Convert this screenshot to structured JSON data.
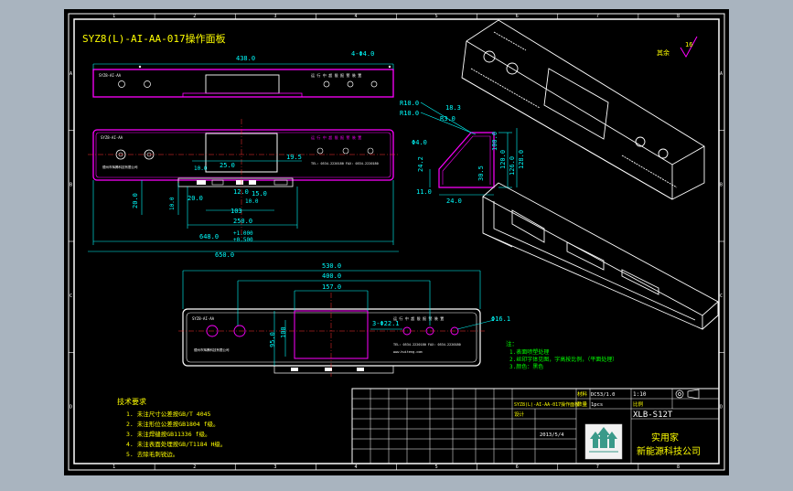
{
  "colors": {
    "background": "#a9b4bf",
    "canvas": "#000000",
    "frame": "#ffffff",
    "outline_magenta": "#ff00ff",
    "dimension_cyan": "#00ffff",
    "centerline_red": "#ff3030",
    "note_green": "#00ff00",
    "text_yellow": "#ffff00",
    "detail_white": "#ffffff"
  },
  "drawing": {
    "title": "SYZ8(L)-AI-AA-017操作面板",
    "grid_columns": [
      "1",
      "2",
      "3",
      "4",
      "5",
      "6",
      "7",
      "8"
    ],
    "grid_rows": [
      "A",
      "B",
      "C",
      "D"
    ],
    "roughness": "16",
    "roughness_prefix": "其余"
  },
  "dimensions": {
    "top_view": [
      "438.0",
      "4-Φ4.0"
    ],
    "side_profile": [
      "R10.0",
      "R10.0",
      "18.3",
      "R3.0",
      "Φ4.0",
      "24.2",
      "11.0",
      "24.0",
      "100.0",
      "120.0",
      "126.0",
      "128.0",
      "30.5"
    ],
    "front_view": [
      "25.0",
      "19.5",
      "10.0",
      "20.0",
      "12.0",
      "15.0",
      "103",
      "250.0",
      "10.0",
      "20.0",
      "10.0",
      "648.0",
      "+1.000",
      "+0.500",
      "650.0"
    ],
    "bottom_view": [
      "530.0",
      "400.0",
      "157.0",
      "100",
      "95.0",
      "3-Φ22.1",
      "Φ16.1"
    ]
  },
  "panel_texts": {
    "top_strip_left": "SYZ8-AI-AA",
    "top_strip_right": "运 行 中 超 限 报 警 装 置",
    "panel_left": "SYZ8-AI-AA",
    "panel_right": "运 行 中 超 限 报 警 装 置",
    "panel_company": "德州市辉腾科技有限公司",
    "panel_contact": "TEL: 0534-2220180  FAX: 0534-2220180",
    "bottom_left": "SYZ8-AI-AA",
    "bottom_right": "运 行 中 超 限 报 警 装 置",
    "bottom_company": "德州市辉腾科技有限公司",
    "bottom_contact_1": "TEL: 0534-2220180  FAX: 0534-2220180",
    "bottom_contact_2": "www.huiteng.com"
  },
  "notes": {
    "green_heading": "注：",
    "green_lines": [
      "1.表面喷塑处理",
      "2.丝印字体见图，字高按比例，（平面处理）",
      "3.颜色：黑色"
    ],
    "tech_heading": "技术要求",
    "tech_lines": [
      "1. 未注尺寸公差按GB/T 4045",
      "2. 未注形位公差按GB1804 f级。",
      "3. 未注焊缝按GB11336 f级。",
      "4. 未注表面处理按GB/T1184 H级。",
      "5. 去除毛刺锐边。"
    ]
  },
  "title_block": {
    "part_name": "SYZ8(L)-AI-AA-017操作面板",
    "material": "DC53/1.0",
    "quantity": "1pcs",
    "scale": "1:10",
    "drawing_number": "XLB-S12T",
    "date": "2013/5/4",
    "label_material": "材料",
    "label_quantity": "数量",
    "label_scale": "比例",
    "label_designer": "设计",
    "company_line_1": "实用家",
    "company_line_2": "新能源科技公司"
  }
}
